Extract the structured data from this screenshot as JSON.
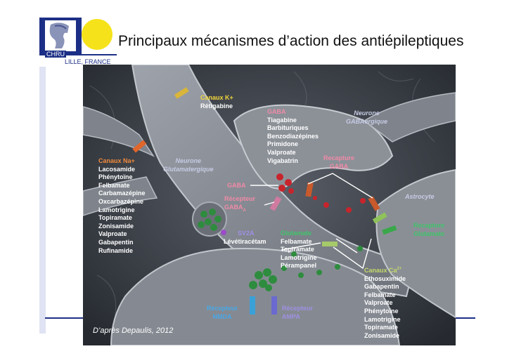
{
  "header": {
    "title": "Principaux mécanismes d’action des antiépileptiques",
    "logo_top": "CHRU",
    "logo_bottom": "LILLE, FRANCE"
  },
  "credit": "D’après Depaulis, 2012",
  "neurons": {
    "glutamatergic": [
      "Neurone",
      "Glutamatergique"
    ],
    "gabaergic": [
      "Neurone",
      "GABAergique"
    ],
    "astrocyte": "Astrocyte"
  },
  "labels": {
    "k_channel": {
      "title": "Canaux K+",
      "items": [
        "Rétigabine"
      ]
    },
    "na_channel": {
      "title": "Canaux Na+",
      "items": [
        "Lacosamide",
        "Phénytoïne",
        "Felbamate",
        "Carbamazépine",
        "Oxcarbazépine",
        "Lamotrigine",
        "Topiramate",
        "Zonisamide",
        "Valproate",
        "Gabapentin",
        "Rufinamide"
      ]
    },
    "gaba": {
      "title": "GABA",
      "items": [
        "Tiagabine",
        "Barbituriques",
        "Benzodiazépines",
        "Primidone",
        "Valproate",
        "Vigabatrin"
      ]
    },
    "gaba_reuptake": [
      "Recapture",
      "GABA"
    ],
    "gaba_small": "GABA",
    "gaba_a": [
      "Récepteur",
      "GABA"
    ],
    "gaba_a_sub": "A",
    "sv2a": {
      "title": "SV2A",
      "items": [
        "Lévétiracétam"
      ]
    },
    "glutamate": {
      "title": "Glutamate",
      "items": [
        "Felbamate",
        "Topiramate",
        "Lamotrigine",
        "Pérampanel"
      ]
    },
    "glutamate_reuptake": [
      "Recapture",
      "Glutamate"
    ],
    "ca_channel": {
      "title": "Canaux Ca",
      "title_sup": "2+",
      "items": [
        "Ethosuximide",
        "Gabapentin",
        "Felbamate",
        "Valproate",
        "Phénytoïne",
        "Lamotrigine",
        "Topiramate",
        "Zonisamide"
      ]
    },
    "nmda": [
      "Récepteur",
      "NMDA"
    ],
    "ampa": [
      "Récepteur",
      "AMPA"
    ]
  },
  "colors": {
    "brand_blue": "#1c2f86",
    "logo_yellow": "#f5e21a",
    "scene_bg": "#3b3f46",
    "k_label": "#f2d53a",
    "na_label": "#f08a3c",
    "gaba_label": "#f08aa6",
    "glutamate_label": "#3fc56a",
    "nmda_label": "#48a8e8",
    "ampa_label": "#9f8fe4"
  }
}
